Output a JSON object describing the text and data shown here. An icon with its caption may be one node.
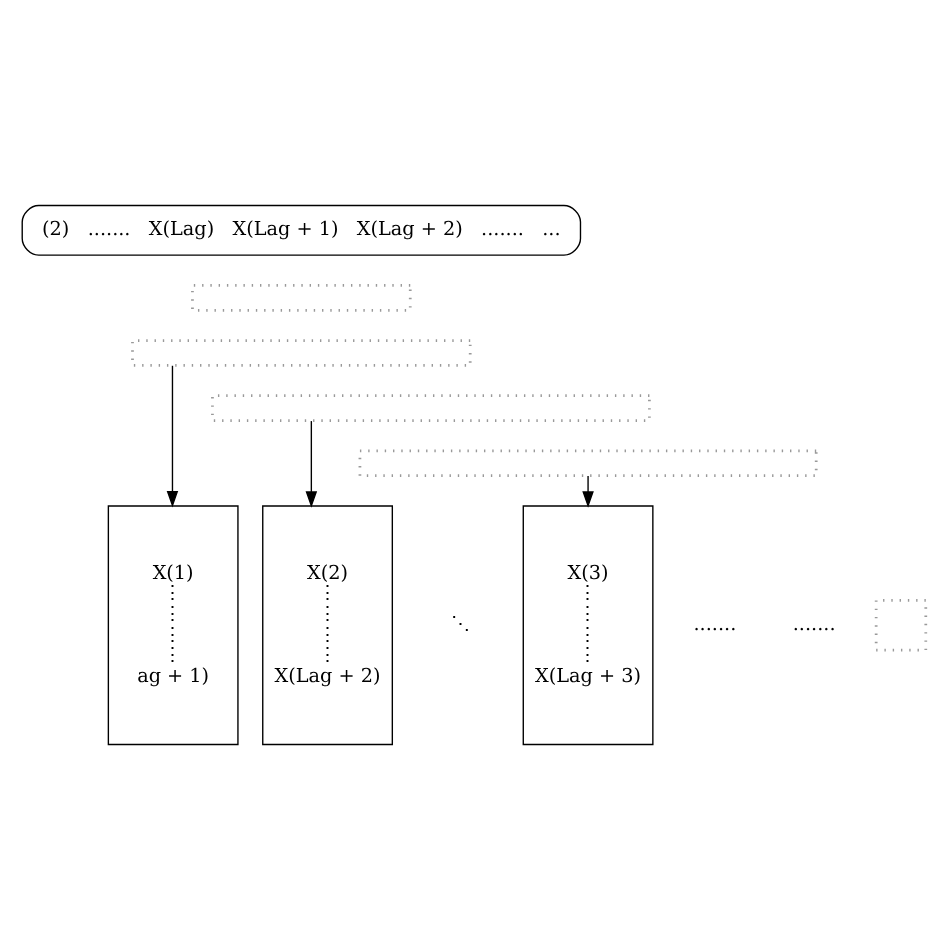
{
  "diagram": {
    "nodes": [
      {
        "text": [
          "(2)",
          ".......",
          "X(Lag)",
          "X(Lag + 1)",
          "X(Lag + 2)",
          ".......",
          "..."
        ]
      },
      {
        "text": [],
        "shape": "box"
      },
      {
        "text": [],
        "shape": "box"
      },
      {
        "text": [],
        "shape": "box"
      },
      {
        "text": [],
        "shape": "box"
      },
      {
        "text": [],
        "shape": "box"
      },
      {
        "text": [
          "X(1)",
          "⋮",
          "⋮",
          "⋮",
          "⋮",
          "ag + 1)"
        ]
      },
      {
        "text": [
          "X(2)",
          "⋮",
          "⋮",
          "⋮",
          "⋮",
          "X(Lag + 2)"
        ]
      },
      {
        "text": [
          "X(3)",
          "⋮",
          "⋮",
          "⋮",
          "⋮",
          "X(Lag + 3)"
        ]
      }
    ],
    "edges": [
      {
        "from": 2,
        "to": 6,
        "arrow": "to"
      },
      {
        "from": 3,
        "to": 7,
        "arrow": "to"
      },
      {
        "from": 4,
        "to": 8,
        "arrow": "to"
      }
    ],
    "labels": [
      "⋱",
      ".......",
      "......."
    ]
  }
}
